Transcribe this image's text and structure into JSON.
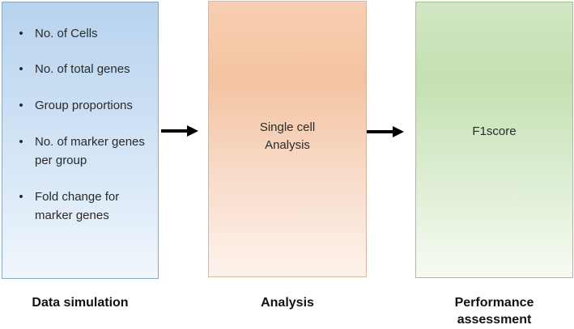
{
  "stages": [
    {
      "caption": "Data simulation",
      "items": [
        "No. of Cells",
        "No. of total genes",
        "Group proportions",
        "No. of marker genes per group",
        "Fold change for marker genes"
      ]
    },
    {
      "caption": "Analysis",
      "content_line1": "Single cell",
      "content_line2": "Analysis"
    },
    {
      "caption_line1": "Performance",
      "caption_line2": "assessment",
      "content": "F1score"
    }
  ],
  "bullet_symbol": "•",
  "colors": {
    "simulation_fill": "#b7d3ee",
    "analysis_fill": "#f3c3a1",
    "performance_fill": "#c4e0b2",
    "arrow": "#000000"
  }
}
